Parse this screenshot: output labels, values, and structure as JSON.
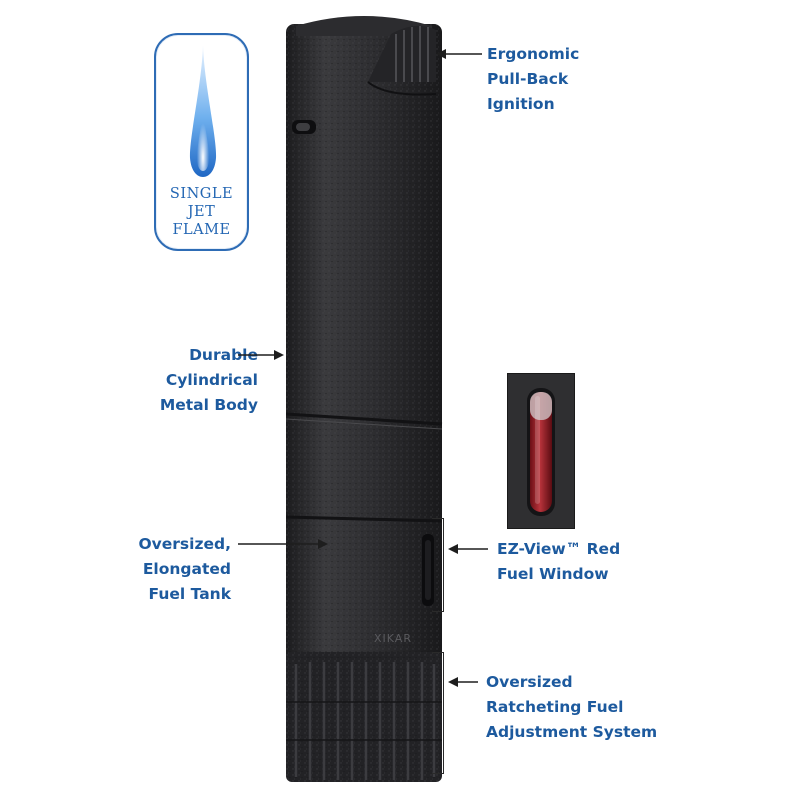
{
  "badge": {
    "lines": [
      "SINGLE",
      "JET",
      "FLAME"
    ],
    "color": "#2366b3"
  },
  "labels": {
    "ignition": [
      "Ergonomic",
      "Pull-Back",
      "Ignition"
    ],
    "body": [
      "Durable",
      "Cylindrical",
      "Metal Body"
    ],
    "tank": [
      "Oversized,",
      "Elongated",
      "Fuel Tank"
    ],
    "window": [
      "EZ-View™ Red",
      "Fuel Window"
    ],
    "adjustment": [
      "Oversized",
      "Ratcheting Fuel",
      "Adjustment System"
    ]
  },
  "brand_mark": "XIKAR",
  "colors": {
    "label_text": "#1d5a9e",
    "lighter_body": "#2b2b2d",
    "fuel": "#a3202a"
  }
}
